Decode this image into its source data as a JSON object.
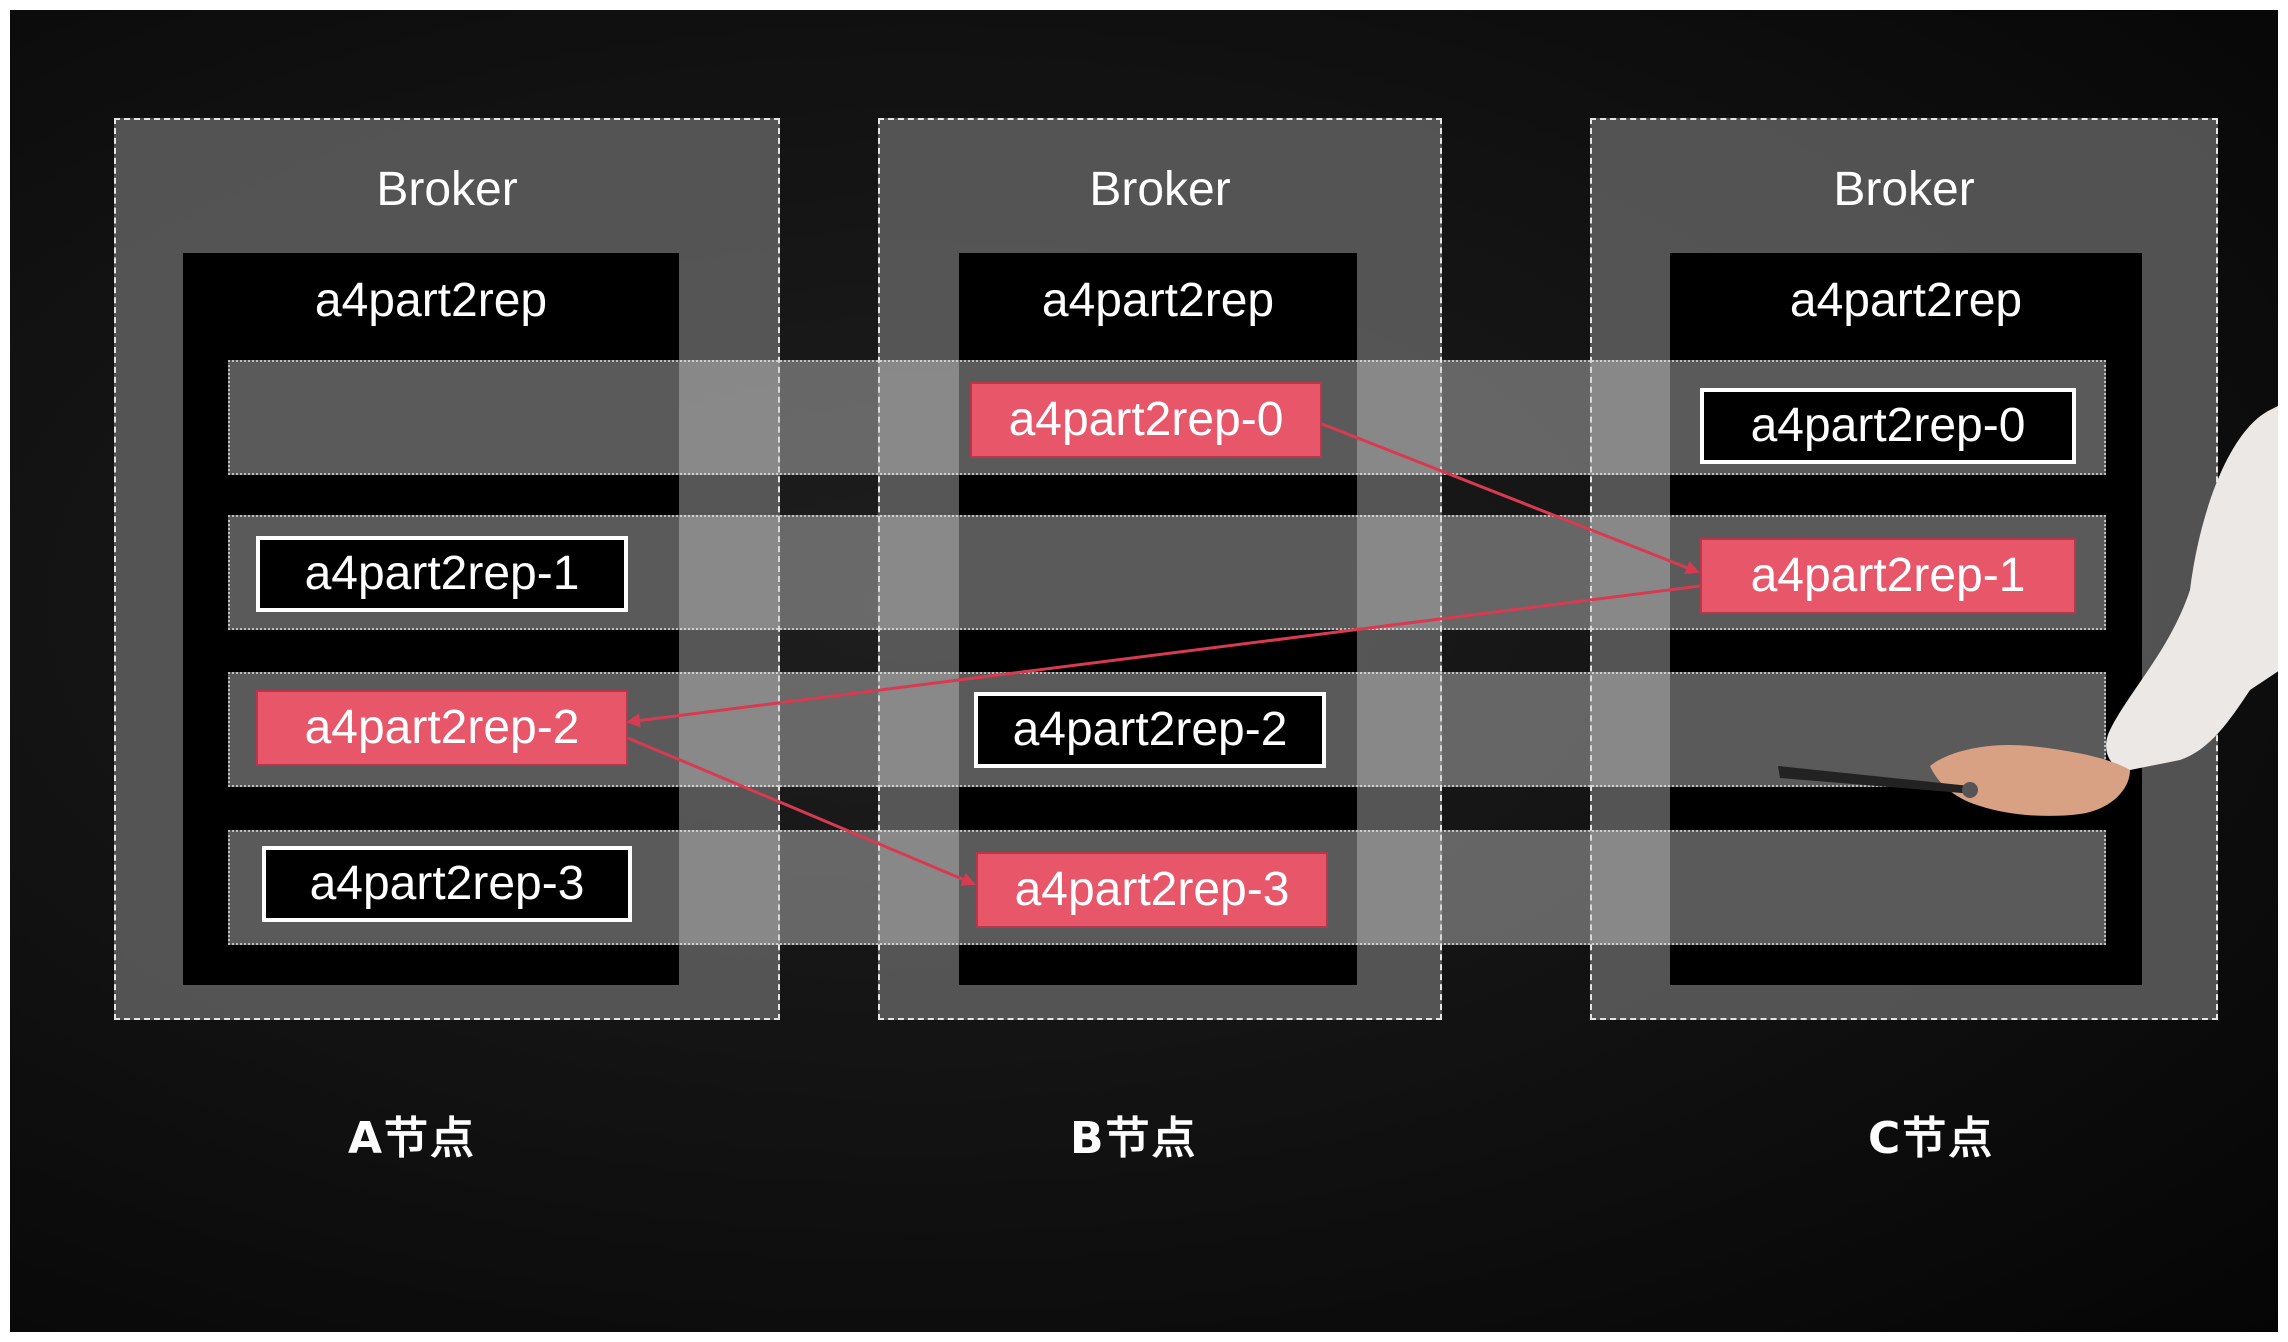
{
  "colors": {
    "leader": "#e8566a",
    "follower": "#000000",
    "arrow": "#d83a52",
    "background": "#111111"
  },
  "brokers": [
    {
      "title": "Broker",
      "topic": "a4part2rep",
      "node_label": "A节点",
      "replicas": [
        {
          "label": "a4part2rep-1",
          "role": "follower"
        },
        {
          "label": "a4part2rep-2",
          "role": "leader"
        },
        {
          "label": "a4part2rep-3",
          "role": "follower"
        }
      ]
    },
    {
      "title": "Broker",
      "topic": "a4part2rep",
      "node_label": "B节点",
      "replicas": [
        {
          "label": "a4part2rep-0",
          "role": "leader"
        },
        {
          "label": "a4part2rep-2",
          "role": "follower"
        },
        {
          "label": "a4part2rep-3",
          "role": "leader"
        }
      ]
    },
    {
      "title": "Broker",
      "topic": "a4part2rep",
      "node_label": "C节点",
      "replicas": [
        {
          "label": "a4part2rep-0",
          "role": "follower"
        },
        {
          "label": "a4part2rep-1",
          "role": "leader"
        }
      ]
    }
  ],
  "arrows": [
    {
      "from": "B:a4part2rep-0",
      "to": "C:a4part2rep-1"
    },
    {
      "from": "C:a4part2rep-1",
      "to": "A:a4part2rep-2"
    },
    {
      "from": "A:a4part2rep-2",
      "to": "B:a4part2rep-3"
    }
  ]
}
